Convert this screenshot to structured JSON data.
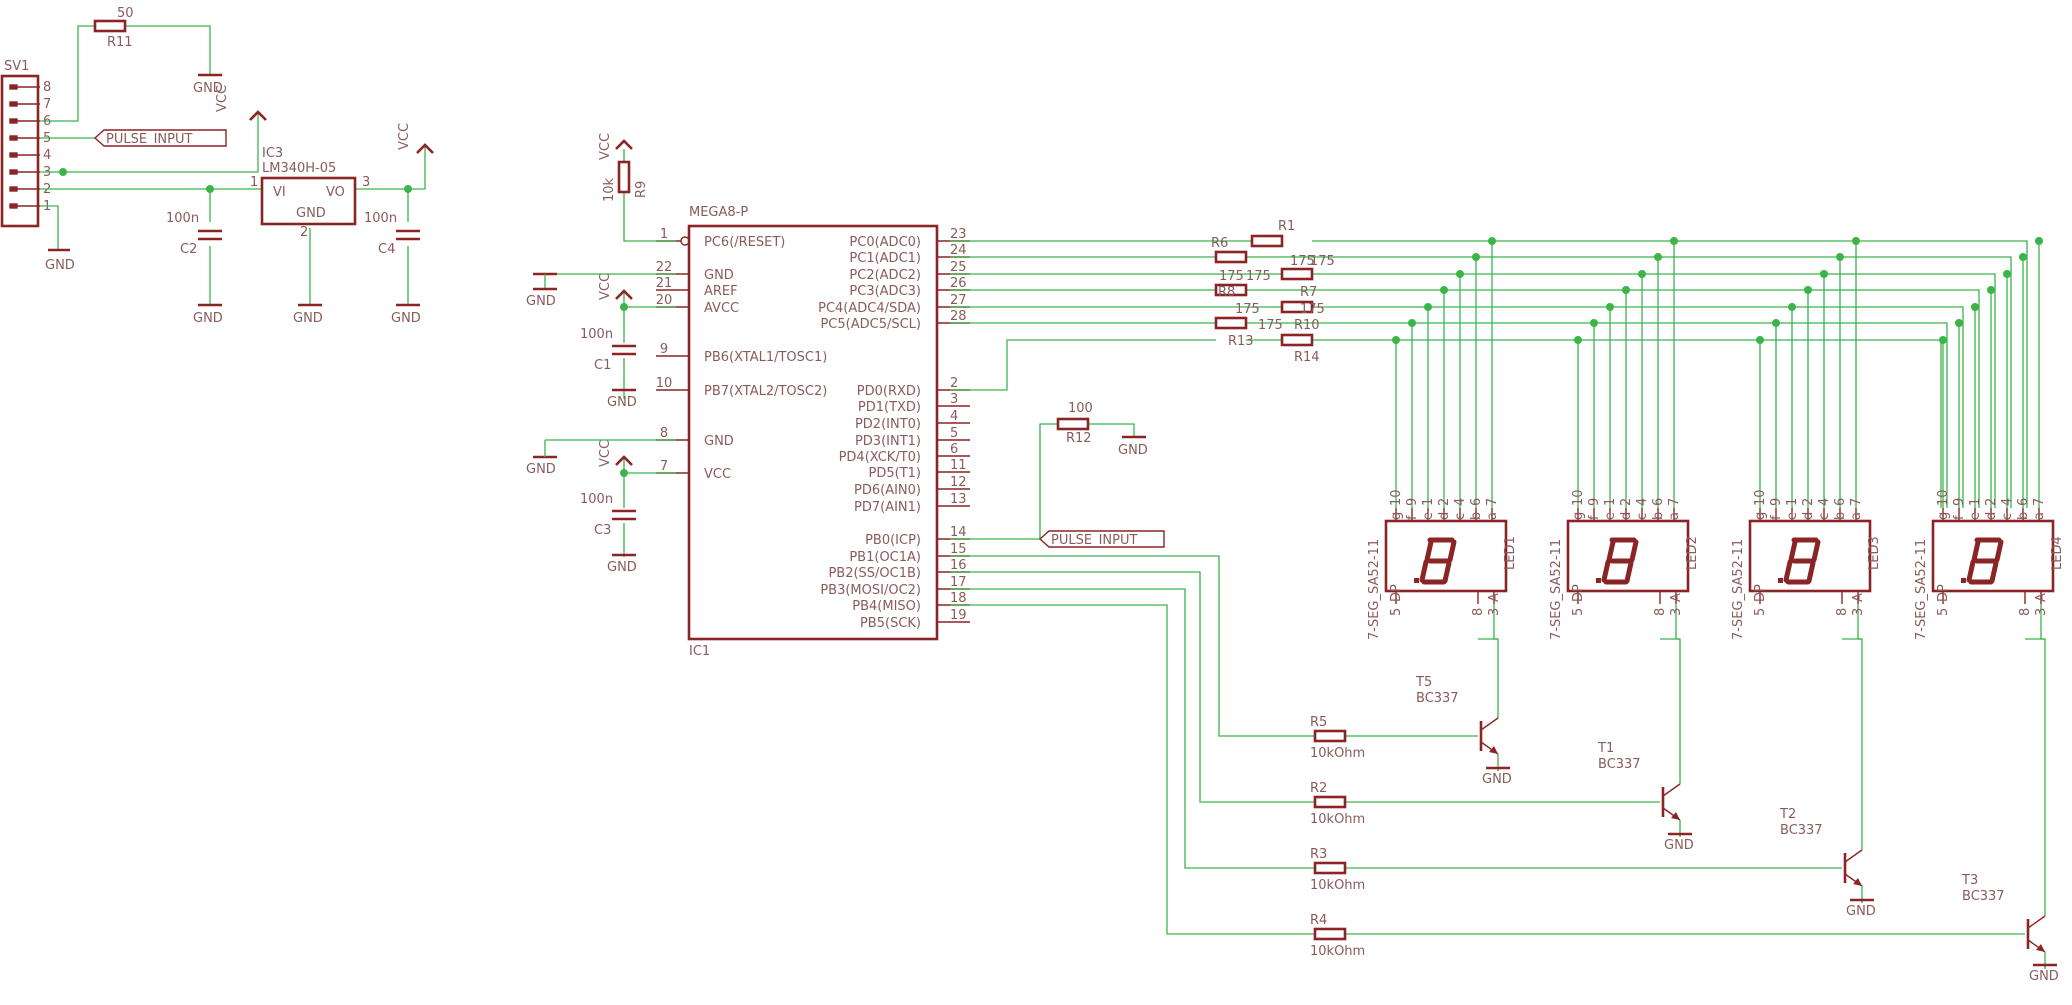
{
  "sv1": {
    "name": "SV1",
    "pins": [
      "8",
      "7",
      "6",
      "5",
      "4",
      "3",
      "2",
      "1"
    ]
  },
  "r11": {
    "name": "R11",
    "value": "50"
  },
  "ic3": {
    "name": "IC3",
    "value": "LM340H-05",
    "vi": "VI",
    "vo": "VO",
    "gnd": "GND",
    "pin_in": "1",
    "pin_out": "3",
    "pin_gnd": "2"
  },
  "c2": {
    "name": "C2",
    "value": "100n"
  },
  "c4": {
    "name": "C4",
    "value": "100n"
  },
  "c1": {
    "name": "C1",
    "value": "100n"
  },
  "c3": {
    "name": "C3",
    "value": "100n"
  },
  "r9": {
    "name": "R9",
    "value": "10k"
  },
  "r12": {
    "name": "R12",
    "value": "100"
  },
  "nets": {
    "gnd": "GND",
    "vcc": "VCC",
    "pulse": "PULSE_INPUT"
  },
  "ic1": {
    "name": "IC1",
    "value": "MEGA8-P",
    "left_pins": [
      {
        "num": "1",
        "label": "PC6(/RESET)"
      },
      {
        "num": "22",
        "label": "GND"
      },
      {
        "num": "21",
        "label": "AREF"
      },
      {
        "num": "20",
        "label": "AVCC"
      },
      {
        "num": "9",
        "label": "PB6(XTAL1/TOSC1)"
      },
      {
        "num": "10",
        "label": "PB7(XTAL2/TOSC2)"
      },
      {
        "num": "8",
        "label": "GND"
      },
      {
        "num": "7",
        "label": "VCC"
      }
    ],
    "right_pins": [
      {
        "num": "23",
        "label": "PC0(ADC0)"
      },
      {
        "num": "24",
        "label": "PC1(ADC1)"
      },
      {
        "num": "25",
        "label": "PC2(ADC2)"
      },
      {
        "num": "26",
        "label": "PC3(ADC3)"
      },
      {
        "num": "27",
        "label": "PC4(ADC4/SDA)"
      },
      {
        "num": "28",
        "label": "PC5(ADC5/SCL)"
      },
      {
        "num": "2",
        "label": "PD0(RXD)"
      },
      {
        "num": "3",
        "label": "PD1(TXD)"
      },
      {
        "num": "4",
        "label": "PD2(INT0)"
      },
      {
        "num": "5",
        "label": "PD3(INT1)"
      },
      {
        "num": "6",
        "label": "PD4(XCK/T0)"
      },
      {
        "num": "11",
        "label": "PD5(T1)"
      },
      {
        "num": "12",
        "label": "PD6(AIN0)"
      },
      {
        "num": "13",
        "label": "PD7(AIN1)"
      },
      {
        "num": "14",
        "label": "PB0(ICP)"
      },
      {
        "num": "15",
        "label": "PB1(OC1A)"
      },
      {
        "num": "16",
        "label": "PB2(SS/OC1B)"
      },
      {
        "num": "17",
        "label": "PB3(MOSI/OC2)"
      },
      {
        "num": "18",
        "label": "PB4(MISO)"
      },
      {
        "num": "19",
        "label": "PB5(SCK)"
      }
    ]
  },
  "seg_resistors": {
    "r1": {
      "name": "R1",
      "value": "175"
    },
    "r6": {
      "name": "R6",
      "value": "175"
    },
    "r7": {
      "name": "R7",
      "value": "175"
    },
    "r8": {
      "name": "R8",
      "value": "175"
    },
    "r10": {
      "name": "R10",
      "value": "175"
    },
    "r13": {
      "name": "R13",
      "value": "175"
    },
    "r14": {
      "name": "R14",
      "value": "175"
    }
  },
  "leds": [
    {
      "name": "LED1",
      "value": "7-SEG_SA52-11"
    },
    {
      "name": "LED2",
      "value": "7-SEG_SA52-11"
    },
    {
      "name": "LED3",
      "value": "7-SEG_SA52-11"
    },
    {
      "name": "LED4",
      "value": "7-SEG_SA52-11"
    }
  ],
  "led_top_pins": [
    {
      "num": "10",
      "seg": "g"
    },
    {
      "num": "9",
      "seg": "f"
    },
    {
      "num": "1",
      "seg": "e"
    },
    {
      "num": "2",
      "seg": "d"
    },
    {
      "num": "4",
      "seg": "c"
    },
    {
      "num": "6",
      "seg": "b"
    },
    {
      "num": "7",
      "seg": "a"
    }
  ],
  "led_bottom_pins": [
    {
      "num": "5",
      "seg": "DP"
    },
    {
      "num": "8",
      "seg": ""
    },
    {
      "num": "3",
      "seg": "A"
    }
  ],
  "led_segments": [
    "g",
    "f",
    "e",
    "d",
    "c",
    "b",
    "a"
  ],
  "transistors": [
    {
      "name": "T5",
      "value": "BC337"
    },
    {
      "name": "T1",
      "value": "BC337"
    },
    {
      "name": "T2",
      "value": "BC337"
    },
    {
      "name": "T3",
      "value": "BC337"
    }
  ],
  "base_resistors": [
    {
      "name": "R5",
      "value": "10kOhm"
    },
    {
      "name": "R2",
      "value": "10kOhm"
    },
    {
      "name": "R3",
      "value": "10kOhm"
    },
    {
      "name": "R4",
      "value": "10kOhm"
    }
  ]
}
